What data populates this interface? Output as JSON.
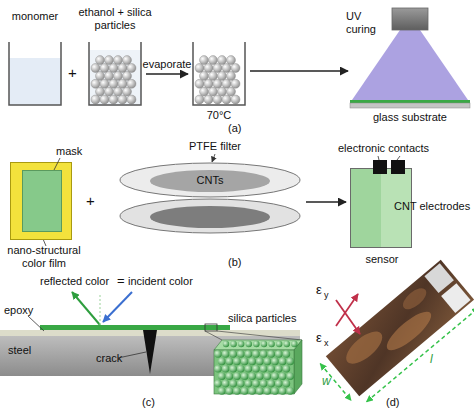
{
  "diagram": {
    "nodes": [
      {
        "text": [
          "monomer"
        ]
      },
      {
        "text": [
          "ethanol + silica particles"
        ]
      },
      {
        "text": [
          "70°C"
        ]
      },
      {
        "text": [
          "UV curing"
        ]
      },
      {
        "text": [
          "glass substrate"
        ]
      },
      {
        "text": [
          "mask"
        ]
      },
      {
        "text": [
          "nano-structural color film"
        ],
        "in": 5
      },
      {
        "text": [
          "PTFE filter"
        ]
      },
      {
        "text": [
          "CNTs"
        ],
        "in": 7
      },
      {
        "text": [
          "sensor"
        ]
      }
    ],
    "edges": [
      {
        "from": 1,
        "to": 2,
        "arrow": "to",
        "label": "evaporate"
      },
      {
        "from": 2,
        "to": 3,
        "arrow": "to"
      },
      {
        "from": 7,
        "to": 9,
        "arrow": "to"
      }
    ],
    "labels": [
      "+",
      "+",
      "(a)",
      "electronic contacts",
      "CNT electrodes",
      "(b)",
      "reflected color",
      "=",
      "incident color",
      "epoxy",
      "steel",
      "crack",
      "silica particles",
      "(c)",
      "ε",
      "y",
      "ε",
      "x",
      "w",
      "l",
      "(d)"
    ]
  }
}
